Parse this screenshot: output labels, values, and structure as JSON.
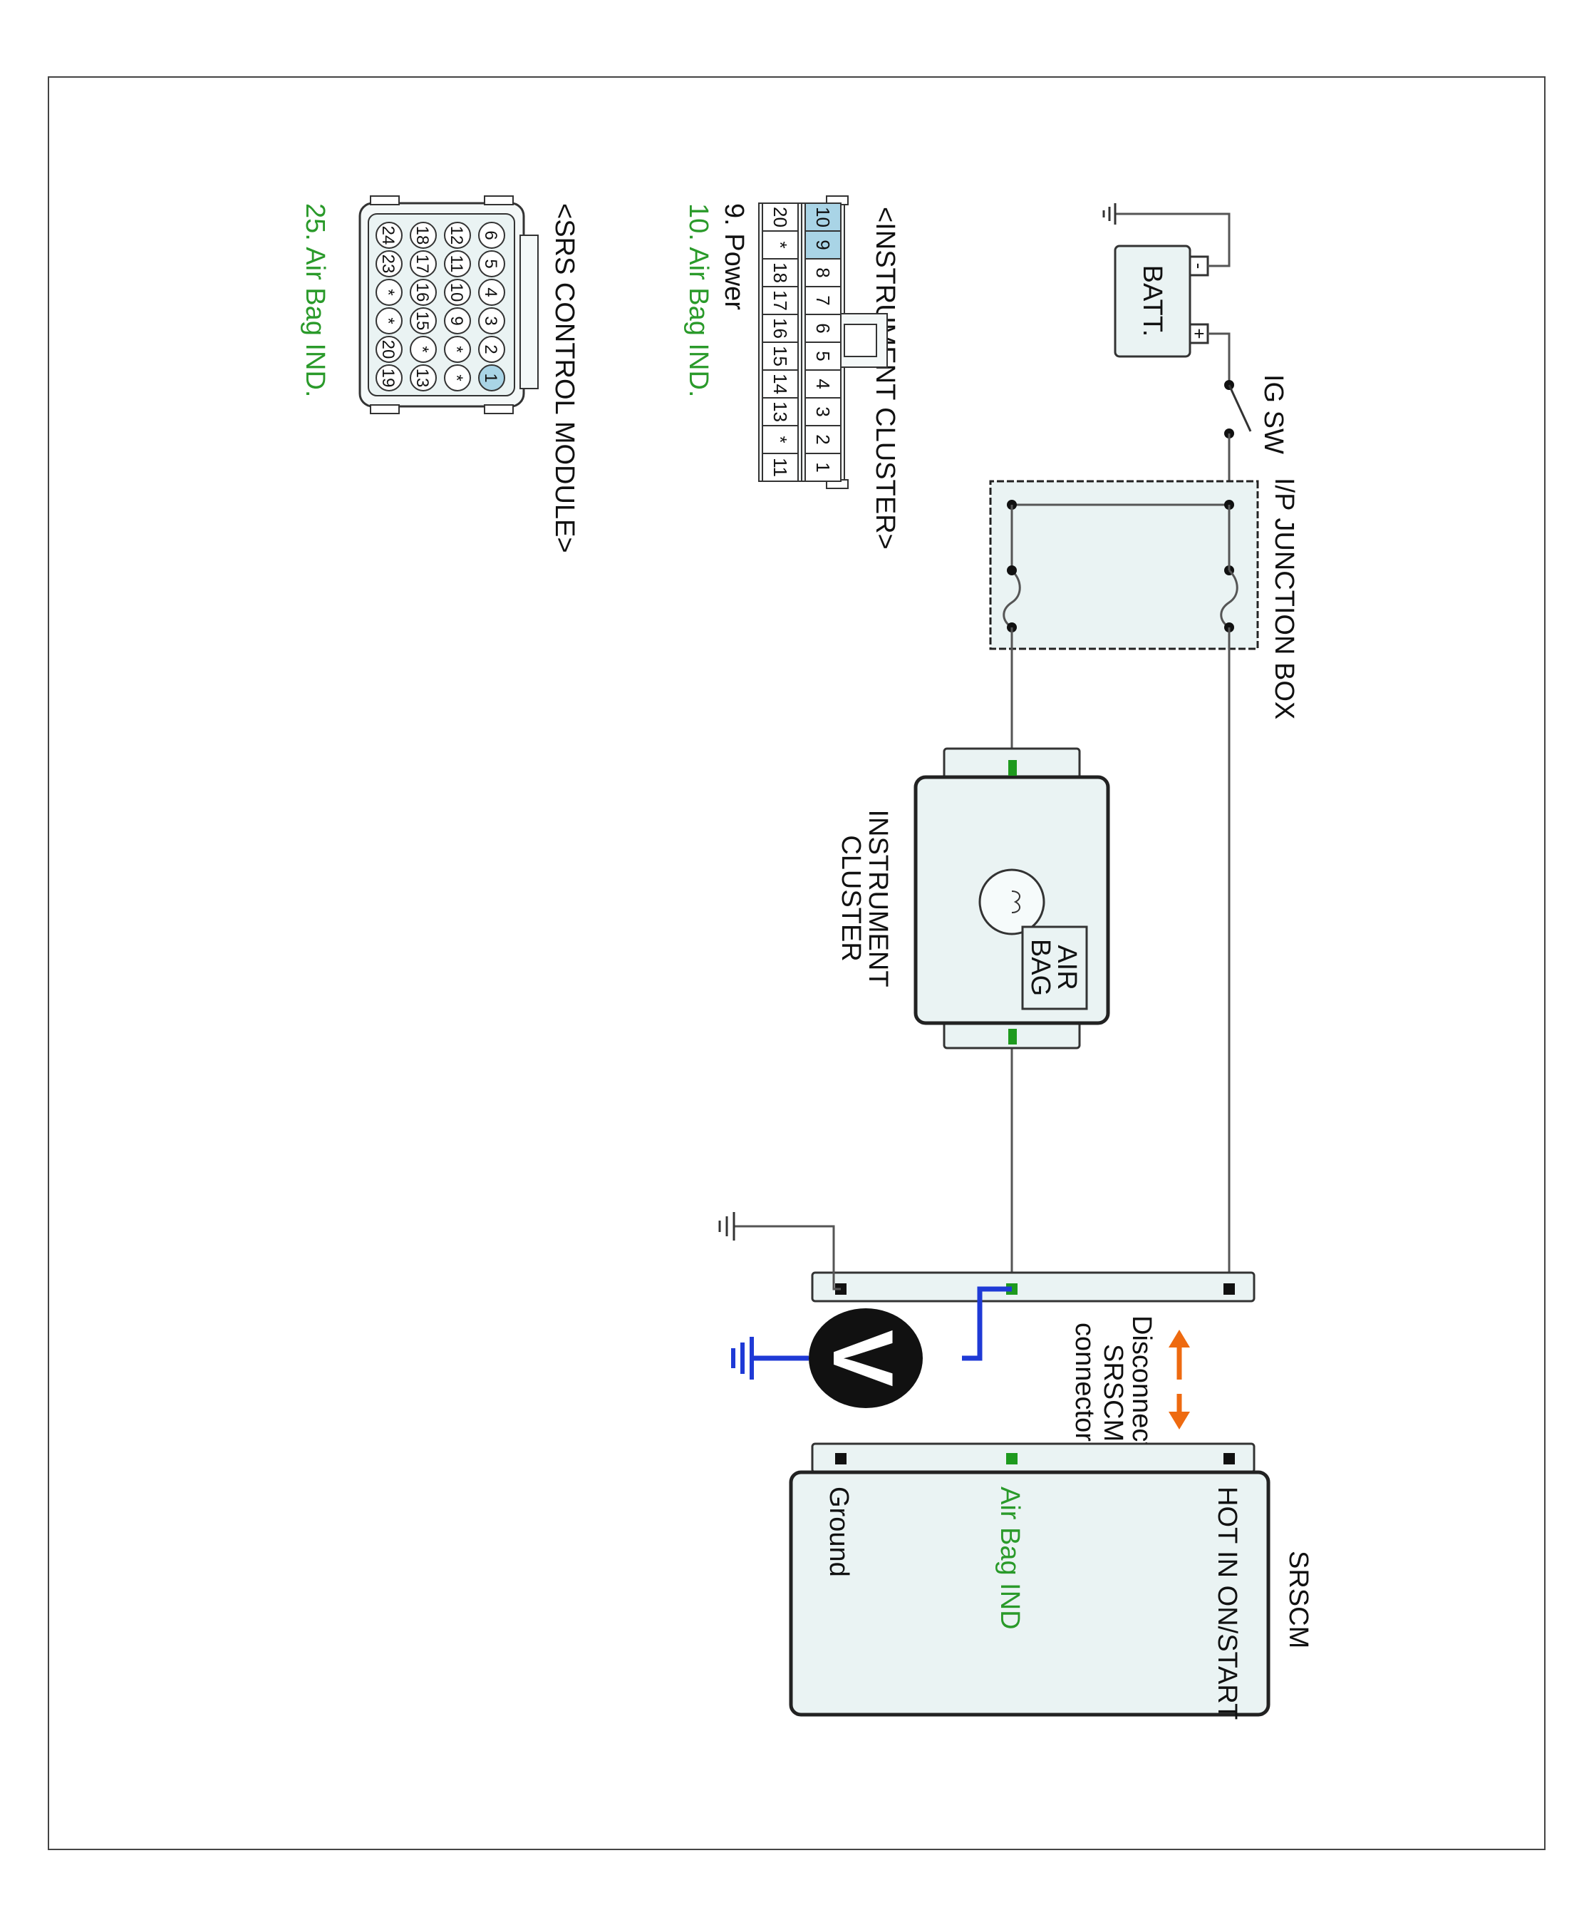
{
  "labels": {
    "batt": "BATT.",
    "ig_sw": "IG SW",
    "junction_box": "I/P JUNCTION BOX",
    "instrument_cluster_line1": "INSTRUMENT",
    "instrument_cluster_line2": "CLUSTER",
    "air_bag_line1": "AIR",
    "air_bag_line2": "BAG",
    "srscm": "SRSCM",
    "hot_in": "HOT IN ON/START",
    "air_bag_ind": "Air Bag IND",
    "ground": "Ground",
    "disconnect_line1": "Disconnect",
    "disconnect_line2": "SRSCM",
    "disconnect_line3": "connector",
    "voltmeter": "V",
    "batt_plus": "+",
    "batt_minus": "-"
  },
  "connectors": {
    "instrument_cluster": {
      "title": "<INSTRUMENT CLUSTER>",
      "top_row": [
        "10",
        "9",
        "8",
        "7",
        "6",
        "5",
        "4",
        "3",
        "2",
        "1"
      ],
      "bottom_row": [
        "20",
        "*",
        "18",
        "17",
        "16",
        "15",
        "14",
        "13",
        "*",
        "11"
      ],
      "pins": [
        {
          "text": "9. Power",
          "kind": "normal"
        },
        {
          "text": "10. Air Bag IND.",
          "kind": "highlight"
        }
      ]
    },
    "srs_module": {
      "title": "<SRS CONTROL MODULE>",
      "row1": [
        "6",
        "5",
        "4",
        "3",
        "2",
        "1"
      ],
      "row2": [
        "12",
        "11",
        "10",
        "9",
        "*",
        "*"
      ],
      "row3": [
        "18",
        "17",
        "16",
        "15",
        "*",
        "13"
      ],
      "row4": [
        "24",
        "23",
        "*",
        "*",
        "20",
        "19"
      ],
      "pins": [
        {
          "text": "25. Air Bag IND.",
          "kind": "highlight"
        }
      ]
    }
  },
  "colors": {
    "highlight_green": "#2a9a2a",
    "pin_highlight": "#a9d4e6",
    "terminal_green": "#1e9a1e",
    "measure_wire": "#1f3ad6",
    "arrow_orange": "#ee6a10"
  }
}
